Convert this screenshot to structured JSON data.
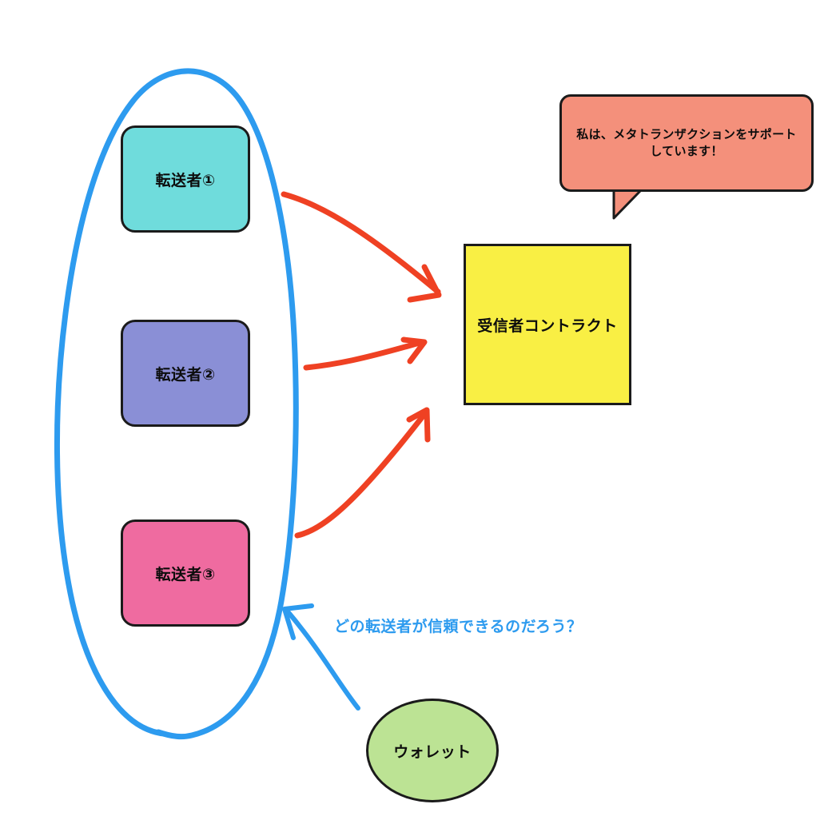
{
  "diagram": {
    "title": "Meta-transaction forwarder trust diagram",
    "background_color": "#ffffff"
  },
  "forwarders": {
    "group_outline_color": "#2D9BEF",
    "items": [
      {
        "label": "転送者①",
        "color": "#6FDCDC",
        "border_color": "#1b1b1b"
      },
      {
        "label": "転送者②",
        "color": "#8A8FD6",
        "border_color": "#1b1b1b"
      },
      {
        "label": "転送者③",
        "color": "#EF6BA0",
        "border_color": "#1b1b1b"
      }
    ]
  },
  "receiver": {
    "label": "受信者コントラクト",
    "color": "#F9EF44",
    "border_color": "#1b1b1b"
  },
  "speech_bubble": {
    "text": "私は、メタトランザクションをサポートしています！",
    "color": "#F4907B",
    "border_color": "#1b1b1b"
  },
  "wallet": {
    "label": "ウォレット",
    "color": "#BCE394",
    "border_color": "#1b1b1b",
    "question": "どの転送者が信頼できるのだろう？",
    "question_color": "#2D9BEF"
  },
  "arrows": {
    "forward_arrow_color": "#EF4123",
    "wallet_arrow_color": "#2D9BEF",
    "items": [
      {
        "name": "arrow-forwarder-1-to-receiver",
        "from": "転送者①",
        "to": "受信者コントラクト"
      },
      {
        "name": "arrow-forwarder-2-to-receiver",
        "from": "転送者②",
        "to": "受信者コントラクト"
      },
      {
        "name": "arrow-forwarder-3-to-receiver",
        "from": "転送者③",
        "to": "受信者コントラクト"
      },
      {
        "name": "arrow-wallet-to-forwarders",
        "from": "ウォレット",
        "to": "転送者グループ"
      }
    ]
  }
}
